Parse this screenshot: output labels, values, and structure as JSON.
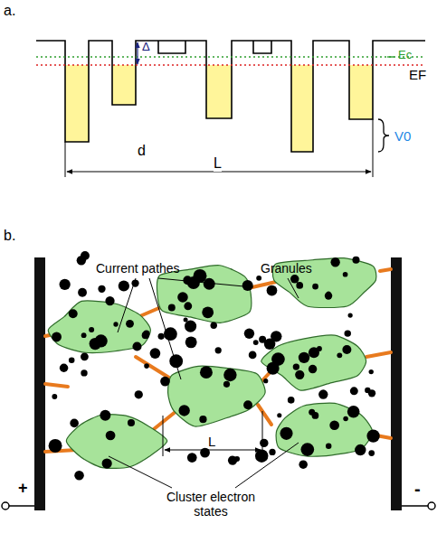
{
  "diagram": {
    "labels": [
      "a.",
      "Δ",
      "Ec",
      "EF",
      "d",
      "V0",
      "L",
      "b.",
      "Current pathes",
      "Granules",
      "+",
      "-",
      "L",
      "Cluster electron states"
    ]
  }
}
